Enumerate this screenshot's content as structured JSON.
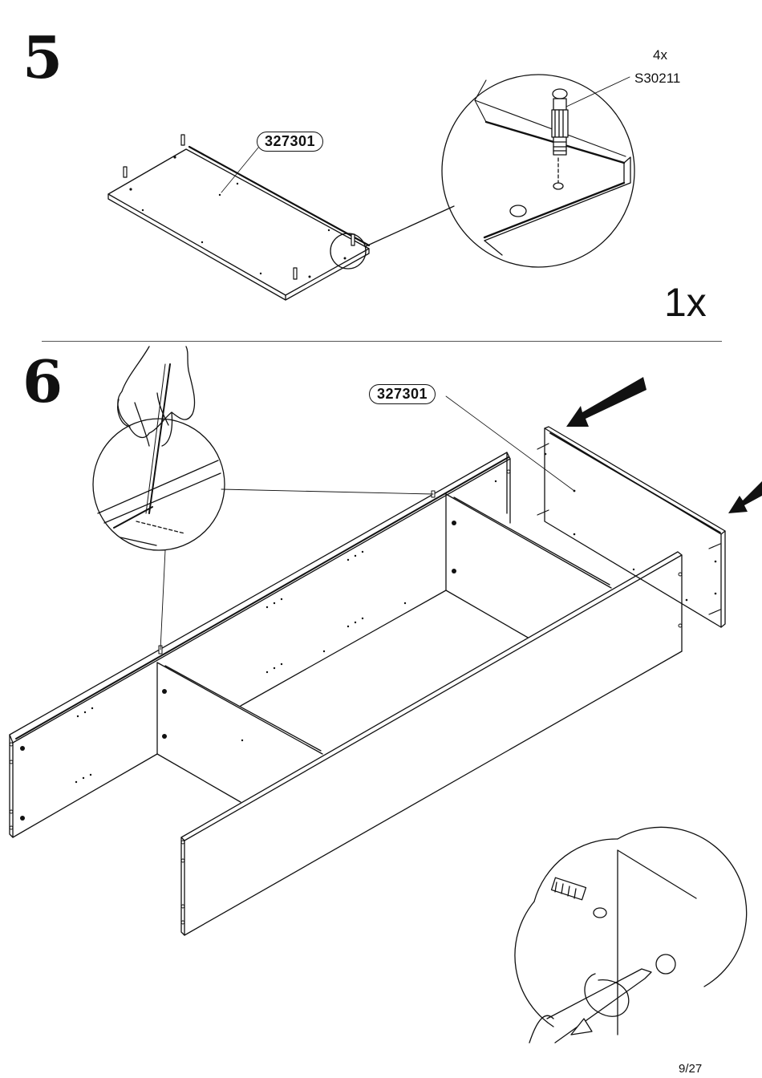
{
  "step5": {
    "number": "5",
    "part_code": "327301",
    "hardware": {
      "count": "4x",
      "code": "S30211"
    },
    "panel_quantity": "1x"
  },
  "step6": {
    "number": "6",
    "part_code": "327301"
  },
  "page": {
    "number": "9/27"
  },
  "icons": [
    "cam-bolt-icon",
    "hand-tool-icon",
    "screwdriver-icon",
    "rotation-arrow-icon",
    "push-arrow-icon"
  ]
}
